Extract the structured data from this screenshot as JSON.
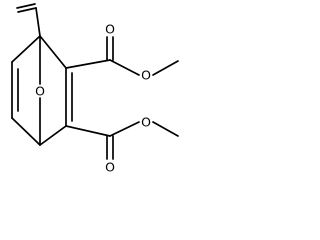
{
  "molecule": {
    "atom_labels": {
      "bridge_oxygen": "O",
      "ester1_carbonyl_oxygen": "O",
      "ester1_ether_oxygen": "O",
      "ester2_ether_oxygen": "O",
      "ester2_carbonyl_oxygen": "O"
    }
  }
}
